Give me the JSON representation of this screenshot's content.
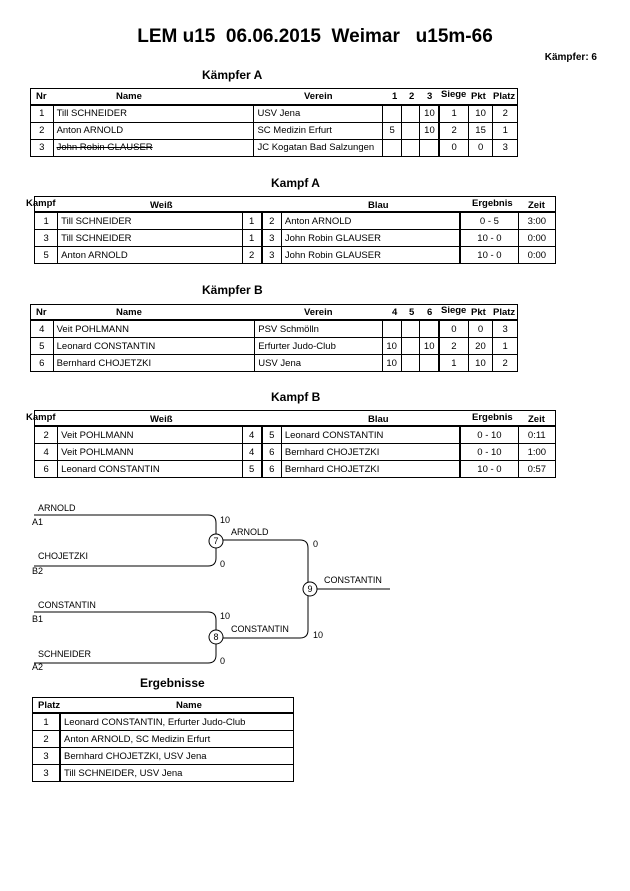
{
  "title": "LEM u15  06.06.2015  Weimar   u15m-66",
  "fighter_count": "Kämpfer: 6",
  "pool_a": {
    "heading": "Kämpfer A",
    "headers": {
      "nr": "Nr",
      "name": "Name",
      "verein": "Verein",
      "r1": "1",
      "r2": "2",
      "r3": "3",
      "siege": "Siege",
      "pkt": "Pkt",
      "platz": "Platz"
    },
    "rows": [
      {
        "nr": "1",
        "name": "Till SCHNEIDER",
        "verein": "USV Jena",
        "r1": "",
        "r2": "",
        "r3": "10",
        "siege": "1",
        "pkt": "10",
        "platz": "2",
        "struck": false
      },
      {
        "nr": "2",
        "name": "Anton ARNOLD",
        "verein": "SC Medizin Erfurt",
        "r1": "5",
        "r2": "",
        "r3": "10",
        "siege": "2",
        "pkt": "15",
        "platz": "1",
        "struck": false
      },
      {
        "nr": "3",
        "name": "John Robin GLAUSER",
        "verein": "JC Kogatan Bad Salzungen",
        "r1": "",
        "r2": "",
        "r3": "",
        "siege": "0",
        "pkt": "0",
        "platz": "3",
        "struck": true
      }
    ]
  },
  "fights_a": {
    "heading": "Kampf A",
    "headers": {
      "kampf": "Kampf",
      "weiss": "Weiß",
      "blau": "Blau",
      "ergebnis": "Ergebnis",
      "zeit": "Zeit"
    },
    "rows": [
      {
        "kampf": "1",
        "weiss": "Till SCHNEIDER",
        "wn": "1",
        "bn": "2",
        "blau": "Anton ARNOLD",
        "ergebnis": "0 - 5",
        "zeit": "3:00"
      },
      {
        "kampf": "3",
        "weiss": "Till SCHNEIDER",
        "wn": "1",
        "bn": "3",
        "blau": "John Robin GLAUSER",
        "ergebnis": "10 - 0",
        "zeit": "0:00"
      },
      {
        "kampf": "5",
        "weiss": "Anton ARNOLD",
        "wn": "2",
        "bn": "3",
        "blau": "John Robin GLAUSER",
        "ergebnis": "10 - 0",
        "zeit": "0:00"
      }
    ]
  },
  "pool_b": {
    "heading": "Kämpfer B",
    "headers": {
      "nr": "Nr",
      "name": "Name",
      "verein": "Verein",
      "r1": "4",
      "r2": "5",
      "r3": "6",
      "siege": "Siege",
      "pkt": "Pkt",
      "platz": "Platz"
    },
    "rows": [
      {
        "nr": "4",
        "name": "Veit POHLMANN",
        "verein": "PSV Schmölln",
        "r1": "",
        "r2": "",
        "r3": "",
        "siege": "0",
        "pkt": "0",
        "platz": "3",
        "struck": false
      },
      {
        "nr": "5",
        "name": "Leonard CONSTANTIN",
        "verein": "Erfurter Judo-Club",
        "r1": "10",
        "r2": "",
        "r3": "10",
        "siege": "2",
        "pkt": "20",
        "platz": "1",
        "struck": false
      },
      {
        "nr": "6",
        "name": "Bernhard CHOJETZKI",
        "verein": "USV Jena",
        "r1": "10",
        "r2": "",
        "r3": "",
        "siege": "1",
        "pkt": "10",
        "platz": "2",
        "struck": false
      }
    ]
  },
  "fights_b": {
    "heading": "Kampf B",
    "headers": {
      "kampf": "Kampf",
      "weiss": "Weiß",
      "blau": "Blau",
      "ergebnis": "Ergebnis",
      "zeit": "Zeit"
    },
    "rows": [
      {
        "kampf": "2",
        "weiss": "Veit POHLMANN",
        "wn": "4",
        "bn": "5",
        "blau": "Leonard CONSTANTIN",
        "ergebnis": "0 - 10",
        "zeit": "0:11"
      },
      {
        "kampf": "4",
        "weiss": "Veit POHLMANN",
        "wn": "4",
        "bn": "6",
        "blau": "Bernhard CHOJETZKI",
        "ergebnis": "0 - 10",
        "zeit": "1:00"
      },
      {
        "kampf": "6",
        "weiss": "Leonard CONSTANTIN",
        "wn": "5",
        "bn": "6",
        "blau": "Bernhard CHOJETZKI",
        "ergebnis": "10 - 0",
        "zeit": "0:57"
      }
    ]
  },
  "bracket": {
    "a1_name": "ARNOLD",
    "a1_seed": "A1",
    "a1_score": "10",
    "b2_name": "CHOJETZKI",
    "b2_seed": "B2",
    "b2_score": "0",
    "b1_name": "CONSTANTIN",
    "b1_seed": "B1",
    "b1_score": "10",
    "a2_name": "SCHNEIDER",
    "a2_seed": "A2",
    "a2_score": "0",
    "m7": "7",
    "m7_winner": "ARNOLD",
    "m7_score": "0",
    "m8": "8",
    "m8_winner": "CONSTANTIN",
    "m8_score": "10",
    "m9": "9",
    "m9_winner": "CONSTANTIN"
  },
  "results": {
    "heading": "Ergebnisse",
    "headers": {
      "platz": "Platz",
      "name": "Name"
    },
    "rows": [
      {
        "platz": "1",
        "name": "Leonard CONSTANTIN, Erfurter Judo-Club"
      },
      {
        "platz": "2",
        "name": "Anton ARNOLD, SC Medizin Erfurt"
      },
      {
        "platz": "3",
        "name": "Bernhard CHOJETZKI, USV Jena"
      },
      {
        "platz": "3",
        "name": "Till SCHNEIDER, USV Jena"
      }
    ]
  }
}
